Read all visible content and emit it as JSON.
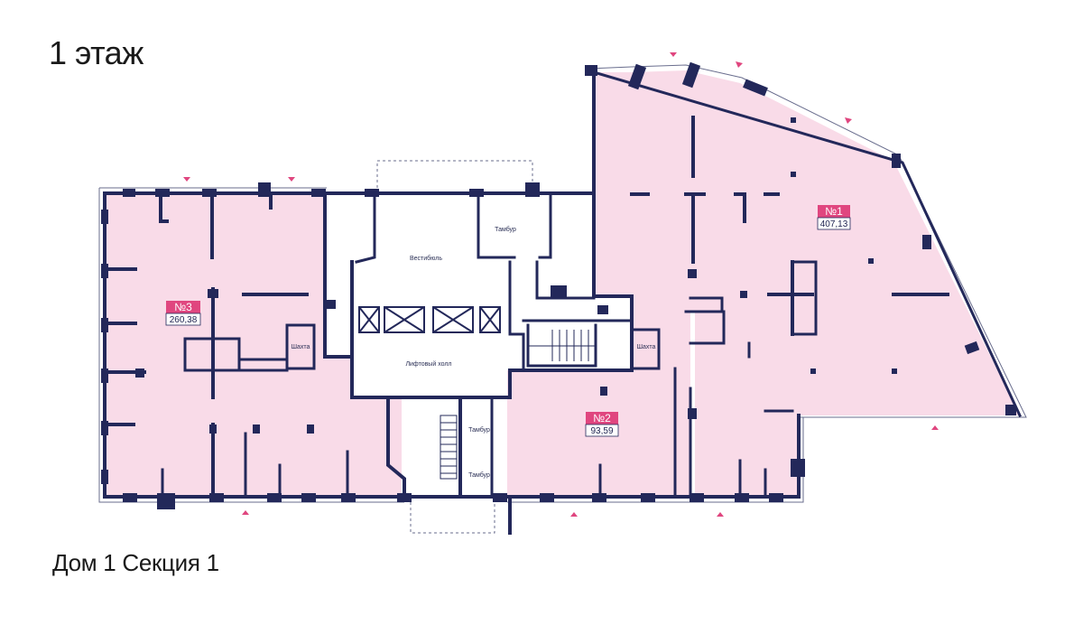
{
  "title": "1 этаж",
  "caption": "Дом 1 Секция 1",
  "colors": {
    "premise_fill": "#f9dbe8",
    "wall": "#23285a",
    "accent": "#e0467f",
    "thin_line": "#6a6e8e"
  },
  "units": [
    {
      "number": "№1",
      "area": "407,13"
    },
    {
      "number": "№2",
      "area": "93,59"
    },
    {
      "number": "№3",
      "area": "260,38"
    }
  ],
  "rooms": {
    "vestibule": "Вестибюль",
    "elevator_hall": "Лифтовый холл",
    "tambour_top": "Тамбур",
    "tambour_mid": "Тамбур",
    "tambour_low": "Тамбур",
    "shaft_left": "Шахта",
    "shaft_right": "Шахта"
  }
}
